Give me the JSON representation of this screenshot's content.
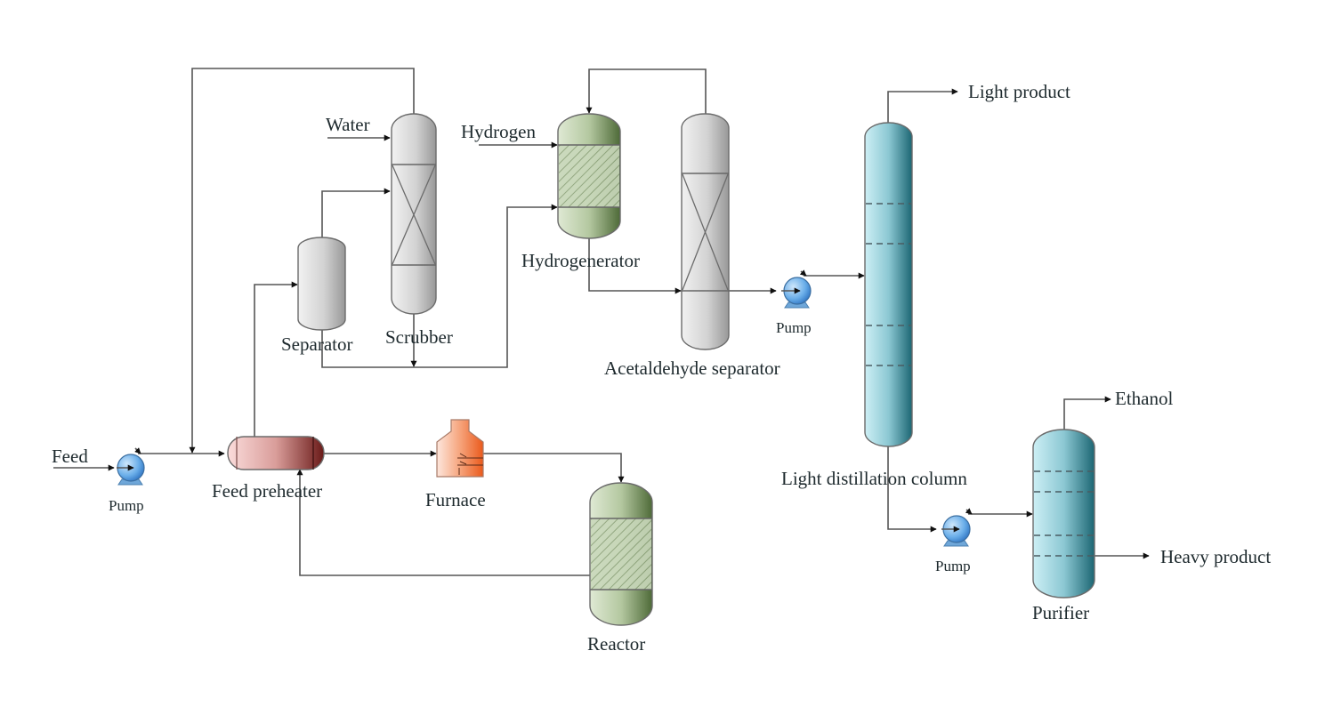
{
  "diagram": {
    "type": "process-flow-diagram",
    "colors": {
      "stream_line": "#555555",
      "arrow": "#111111",
      "gray_vessel": [
        "#f0f0f0",
        "#9a9a9a"
      ],
      "green_vessel": [
        "#dbe6cf",
        "#4f6b3a"
      ],
      "preheater": [
        "#f9d6d4",
        "#6e1e1c"
      ],
      "furnace": [
        "#fde0d4",
        "#ee6a2a"
      ],
      "blue_column": [
        "#c7ecf2",
        "#1f6b78"
      ],
      "pump": [
        "#a9d3f5",
        "#2b72c2"
      ]
    },
    "streams": {
      "feed": "Feed",
      "water": "Water",
      "hydrogen": "Hydrogen",
      "light_product": "Light product",
      "ethanol": "Ethanol",
      "heavy_product": "Heavy product"
    },
    "units": {
      "pump_1": "Pump",
      "feed_preheater": "Feed preheater",
      "furnace": "Furnace",
      "reactor": "Reactor",
      "separator": "Separator",
      "scrubber": "Scrubber",
      "hydrogenerator": "Hydrogenerator",
      "acetaldehyde_separator": "Acetaldehyde separator",
      "pump_2": "Pump",
      "light_distillation_column": "Light distillation column",
      "pump_3": "Pump",
      "purifier": "Purifier"
    }
  }
}
